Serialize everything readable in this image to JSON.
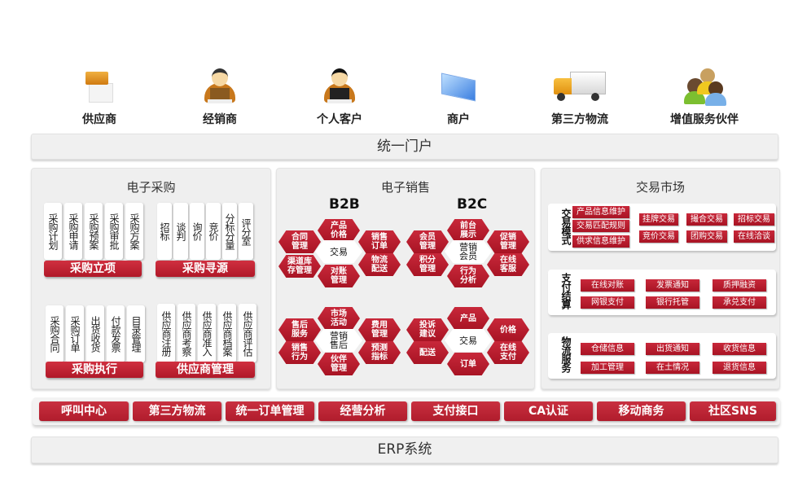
{
  "stakeholders": [
    {
      "label": "供应商",
      "icon": "supplier-box-icon"
    },
    {
      "label": "经销商",
      "icon": "dealer-person-icon"
    },
    {
      "label": "个人客户",
      "icon": "customer-person-icon"
    },
    {
      "label": "商户",
      "icon": "merchant-window-icon"
    },
    {
      "label": "第三方物流",
      "icon": "truck-icon"
    },
    {
      "label": "增值服务伙伴",
      "icon": "partners-group-icon"
    }
  ],
  "portal": {
    "label": "统一门户"
  },
  "procurement": {
    "title": "电子采购",
    "groups": [
      {
        "label": "采购立项",
        "items": [
          "采购计划",
          "采购申请",
          "采购预案",
          "采购审批",
          "采购方案"
        ]
      },
      {
        "label": "采购寻源",
        "items": [
          "招标",
          "谈判",
          "询价",
          "竞价",
          "分标分量",
          "评分室"
        ]
      },
      {
        "label": "采购执行",
        "items": [
          "采购合同",
          "采购订单",
          "出货收货",
          "付款发票",
          "目录管理"
        ]
      },
      {
        "label": "供应商管理",
        "items": [
          "供应商注册",
          "供应商考察",
          "供应商准入",
          "供应商档案",
          "供应商评估"
        ]
      }
    ]
  },
  "sales": {
    "title": "电子销售",
    "b2b_label": "B2B",
    "b2c_label": "B2C",
    "clusters": [
      {
        "center": "交易",
        "items": [
          "合同管理",
          "产品价格",
          "销售订单",
          "渠道库存管理",
          "对账管理",
          "物流配送"
        ]
      },
      {
        "center": "营销会员",
        "items": [
          "会员管理",
          "前台展示",
          "促销管理",
          "积分管理",
          "行为分析",
          "在线客服"
        ]
      },
      {
        "center": "营销售后",
        "items": [
          "售后服务",
          "市场活动",
          "费用管理",
          "销售行为",
          "伙伴管理",
          "预测指标"
        ]
      },
      {
        "center": "交易",
        "items": [
          "投诉建议",
          "产品",
          "价格",
          "配送",
          "订单",
          "在线支付"
        ]
      }
    ]
  },
  "market": {
    "title": "交易市场",
    "sections": [
      {
        "label": "交易模式",
        "left_items": [
          "产品信息维护",
          "交易匹配规则",
          "供求信息维护"
        ],
        "items": [
          "挂牌交易",
          "撮合交易",
          "招标交易",
          "竞价交易",
          "团购交易",
          "在线洽谈"
        ]
      },
      {
        "label": "支付结算",
        "items": [
          "在线对账",
          "发票通知",
          "质押融资",
          "网银支付",
          "银行托管",
          "承兑支付"
        ]
      },
      {
        "label": "物流服务",
        "items": [
          "仓储信息",
          "出货通知",
          "收货信息",
          "加工管理",
          "在土情况",
          "退货信息"
        ]
      }
    ]
  },
  "services": [
    "呼叫中心",
    "第三方物流",
    "统一订单管理",
    "经营分析",
    "支付接口",
    "CA认证",
    "移动商务",
    "社区SNS"
  ],
  "erp": {
    "label": "ERP系统"
  },
  "colors": {
    "accent_red": "#b81c2c",
    "panel_gray": "#efefef"
  }
}
